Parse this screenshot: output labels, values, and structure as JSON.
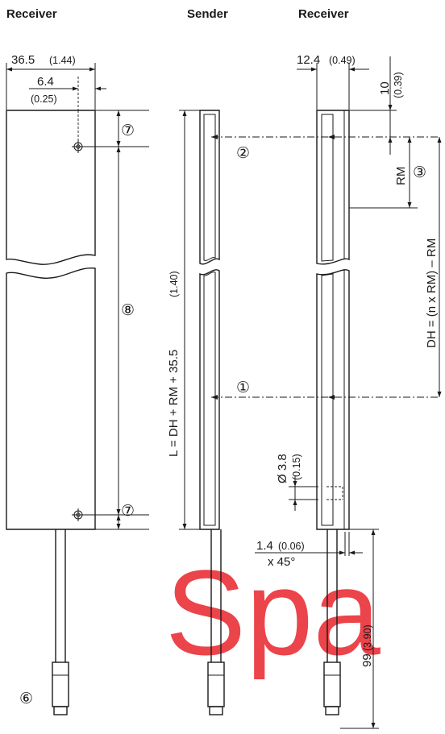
{
  "headers": {
    "receiver_left": "Receiver",
    "sender": "Sender",
    "receiver_right": "Receiver"
  },
  "dimensions": {
    "width_main": "36.5",
    "width_main_in": "(1.44)",
    "offset": "6.4",
    "offset_in": "(0.25)",
    "width_side": "12.4",
    "width_side_in": "(0.49)",
    "top_gap": "10",
    "top_gap_in": "(0.39)",
    "rm": "RM",
    "dh": "DH = (n x RM) – RM",
    "length": "L = DH + RM + 35.5",
    "length_in": "(1.40)",
    "hole": "Ø 3.8",
    "hole_in": "(0.15)",
    "chamfer": "1.4",
    "chamfer_in": "(0.06)",
    "chamfer_angle": "x 45°",
    "cable": "99",
    "cable_in": "(3.90)"
  },
  "callouts": {
    "c1": "①",
    "c2": "②",
    "c3": "③",
    "c6": "⑥",
    "c7a": "⑦",
    "c7b": "⑦",
    "c8": "⑧"
  },
  "watermark": "Spa"
}
